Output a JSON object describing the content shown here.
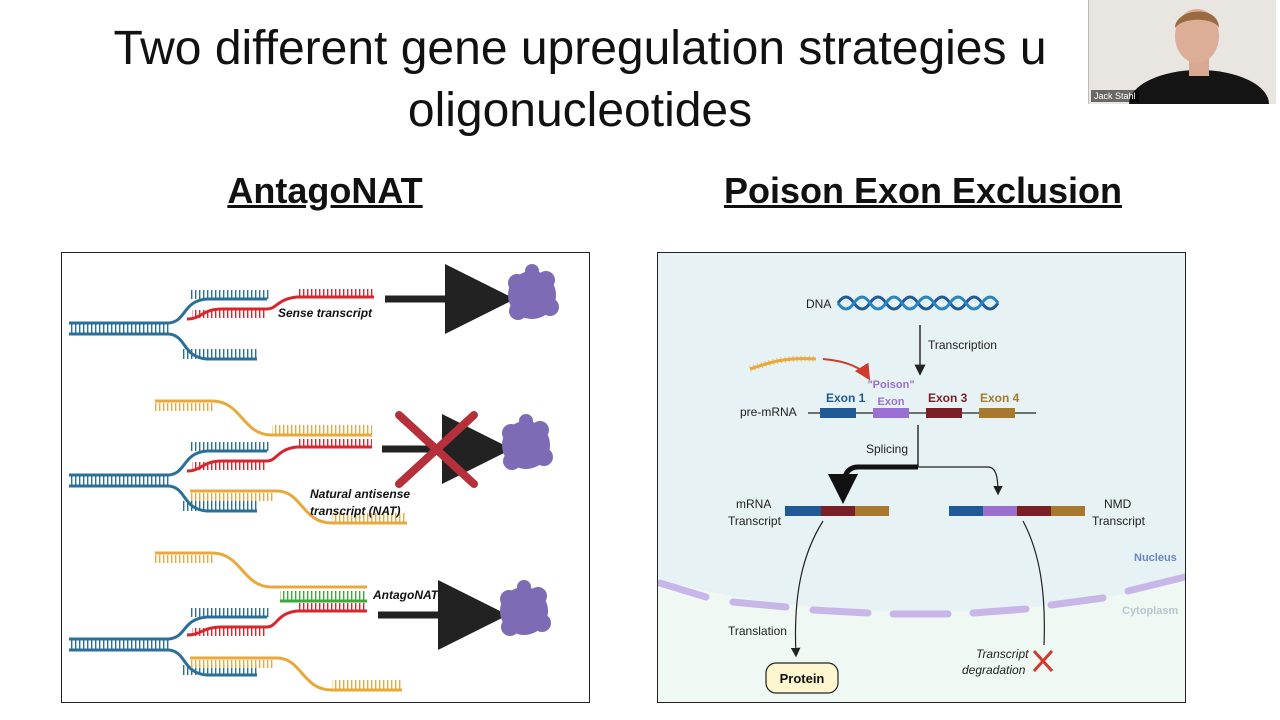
{
  "slide": {
    "title_line1": "Two different gene upregulation strategies u",
    "title_line2": "oligonucleotides",
    "left_heading": "AntagoNAT",
    "right_heading": "Poison Exon Exclusion"
  },
  "left_panel": {
    "sense_label": "Sense transcript",
    "nat_label_line1": "Natural antisense",
    "nat_label_line2": "transcript (NAT)",
    "antagonat_label": "AntagoNAT",
    "colors": {
      "dna": "#2a6f97",
      "sense": "#d7262e",
      "nat": "#e8a93a",
      "antagonat": "#3aaa3a",
      "protein": "#7d6bb5",
      "block": "#b5303a",
      "arrow": "#222222"
    }
  },
  "right_panel": {
    "dna_label": "DNA",
    "transcription_label": "Transcription",
    "poison_label_line1": "\"Poison\"",
    "poison_label_line2": "Exon",
    "exon1": "Exon 1",
    "exon3": "Exon 3",
    "exon4": "Exon 4",
    "premrna_label": "pre-mRNA",
    "splicing_label": "Splicing",
    "mrna_line1": "mRNA",
    "mrna_line2": "Transcript",
    "nmd_line1": "NMD",
    "nmd_line2": "Transcript",
    "nucleus_label": "Nucleus",
    "cytoplasm_label": "Cytoplasm",
    "translation_label": "Translation",
    "protein_label": "Protein",
    "degradation_line1": "Transcript",
    "degradation_line2": "degradation",
    "colors": {
      "exon1": "#1f5a96",
      "poison": "#9b6fd0",
      "exon3": "#7a1f25",
      "exon4": "#a8782e",
      "membrane": "#c9b6e8",
      "red": "#d03a2e"
    }
  },
  "video_overlay": {
    "participant_name": "Jack Stahl"
  }
}
